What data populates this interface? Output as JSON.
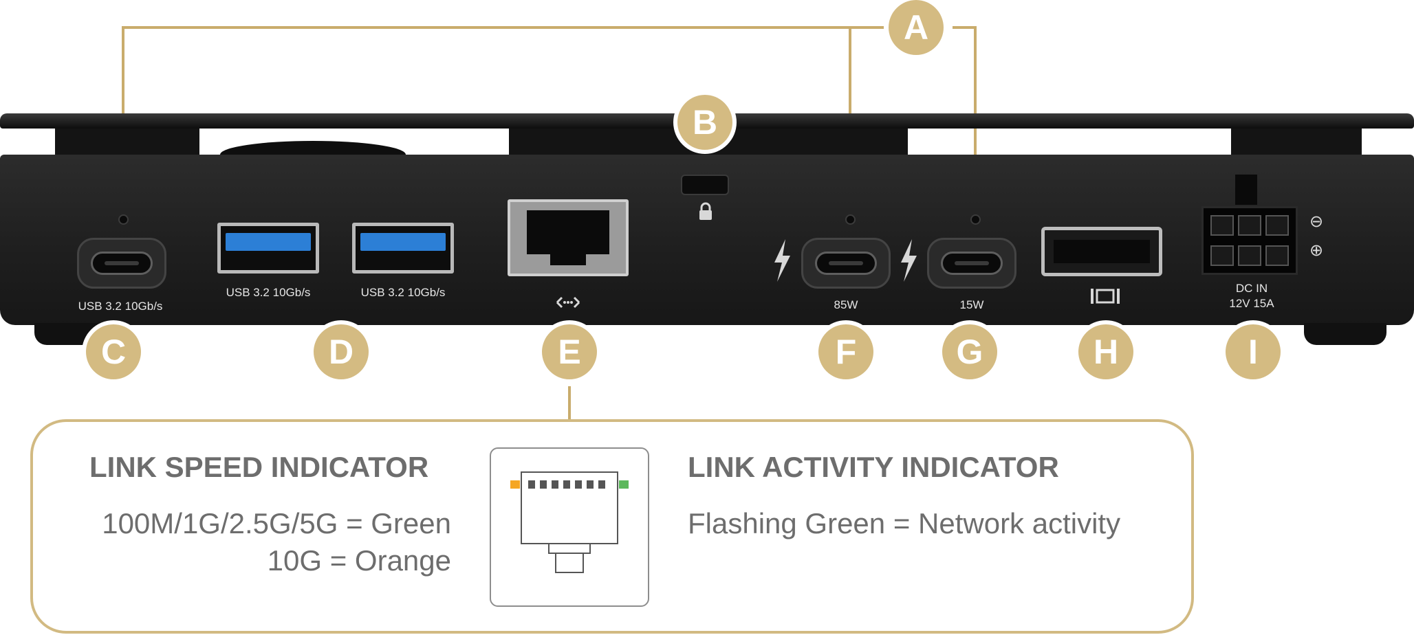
{
  "callouts": {
    "a": "A",
    "b": "B",
    "c": "C",
    "d": "D",
    "e": "E",
    "f": "F",
    "g": "G",
    "h": "H",
    "i": "I"
  },
  "ports": {
    "usbc_left_label": "USB 3.2 10Gb/s",
    "usba_1_label": "USB 3.2 10Gb/s",
    "usba_2_label": "USB 3.2 10Gb/s",
    "thunderbolt_1_label": "85W",
    "thunderbolt_2_label": "15W",
    "dc_in_line1": "DC IN",
    "dc_in_line2": "12V 15A",
    "dc_minus": "⊖",
    "dc_plus": "⊕"
  },
  "legend": {
    "speed_title": "LINK SPEED INDICATOR",
    "speed_line1": "100M/1G/2.5G/5G = Green",
    "speed_line2": "10G = Orange",
    "activity_title": "LINK ACTIVITY INDICATOR",
    "activity_line1": "Flashing Green = Network activity"
  },
  "icons": {
    "lock": "lock-icon",
    "ethernet": "ethernet-icon",
    "thunderbolt": "thunderbolt-icon",
    "displayport": "displayport-icon"
  },
  "colors": {
    "accent_gold": "#d4bb82",
    "speed_led_orange": "#f5a623",
    "activity_led_green": "#5cb85c",
    "usb_blue": "#2c7fd6"
  }
}
